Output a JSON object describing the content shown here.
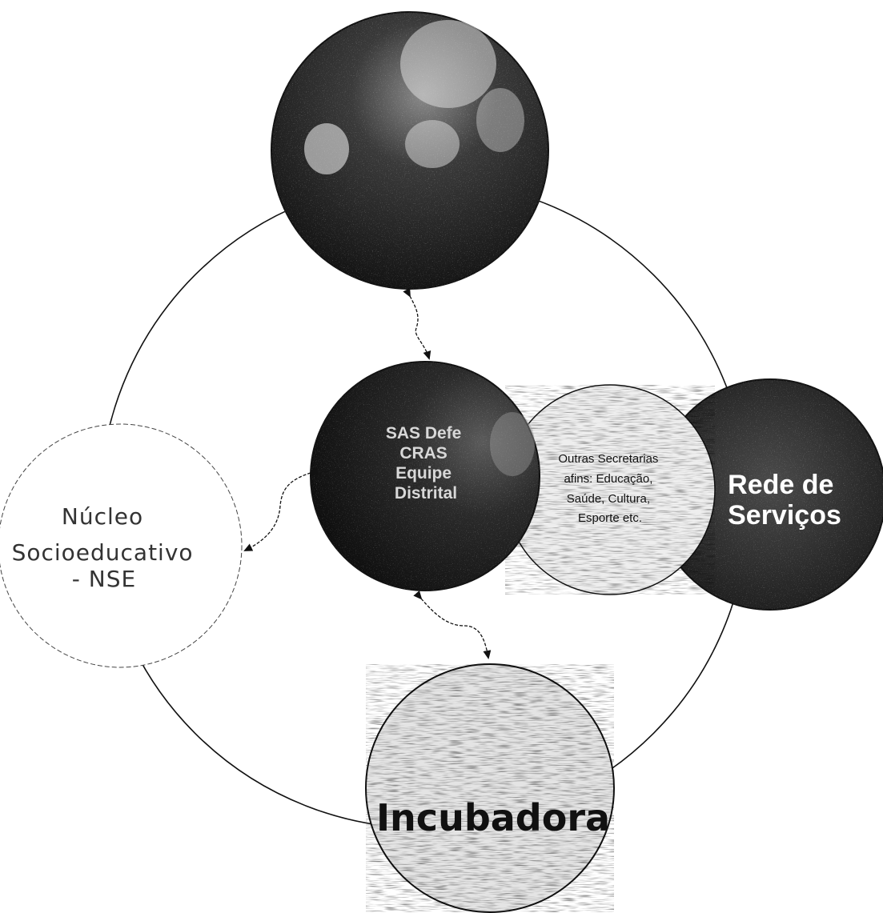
{
  "nodes": {
    "top": {
      "lines": []
    },
    "nse": {
      "lines": [
        "Núcleo",
        "Socioeducativo",
        "- NSE"
      ]
    },
    "sas": {
      "lines": [
        "SAS Defe",
        "CRAS",
        "Equipe",
        "Distrital"
      ]
    },
    "outras": {
      "lines": [
        "Outras Secretarias",
        "afins: Educação,",
        "Saúde, Cultura,",
        "Esporte etc."
      ]
    },
    "rede": {
      "lines": [
        "Rede de",
        "Serviços"
      ]
    },
    "incubadora": {
      "lines": [
        "Incubadora"
      ]
    }
  },
  "colors": {
    "dark": "#1c1c1c",
    "light": "#e6e6e6",
    "white": "#ffffff",
    "line": "#111111"
  }
}
